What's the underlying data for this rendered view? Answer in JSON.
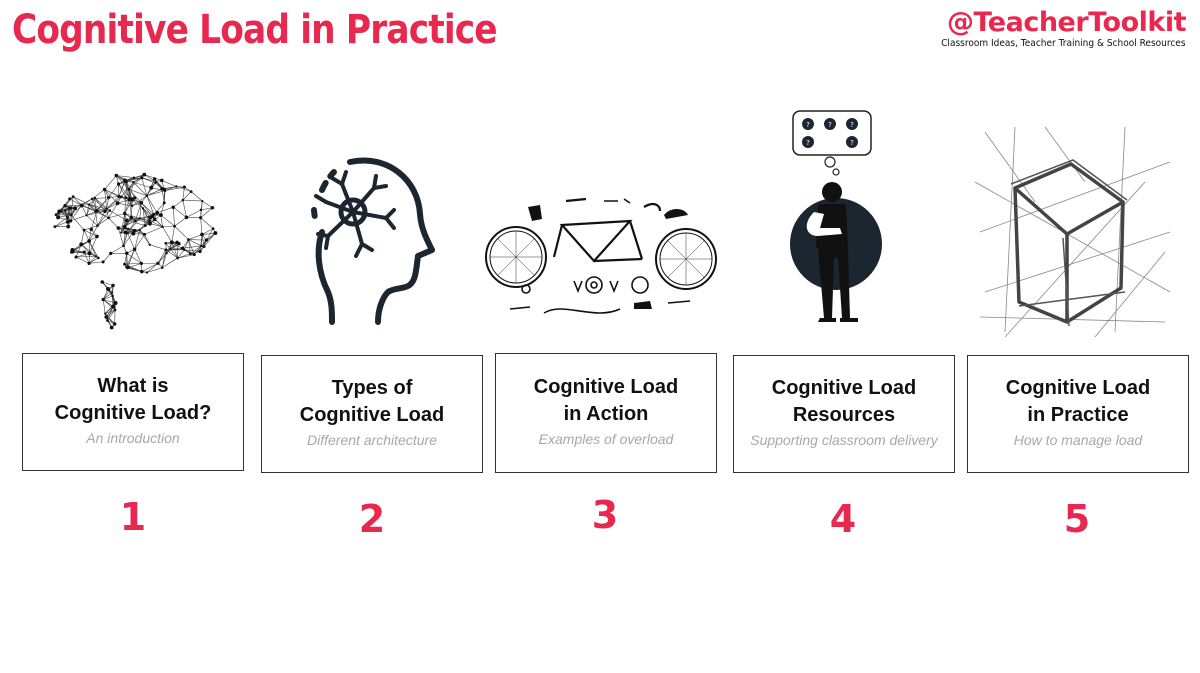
{
  "header": {
    "title": "Cognitive Load in Practice"
  },
  "brand": {
    "handle": "@TeacherToolkit",
    "tagline": "Classroom Ideas, Teacher Training & School Resources"
  },
  "colors": {
    "accent": "#e8294f",
    "ink": "#1c2630",
    "border": "#333333"
  },
  "cards": [
    {
      "title_line1": "What is",
      "title_line2": "Cognitive Load?",
      "subtitle": "An introduction",
      "number": "1",
      "icon": "brain-network-icon"
    },
    {
      "title_line1": "Types of",
      "title_line2": "Cognitive Load",
      "subtitle": "Different architecture",
      "number": "2",
      "icon": "head-neuron-icon"
    },
    {
      "title_line1": "Cognitive Load",
      "title_line2": "in Action",
      "subtitle": "Examples of overload",
      "number": "3",
      "icon": "bicycle-parts-icon"
    },
    {
      "title_line1": "Cognitive Load",
      "title_line2": "Resources",
      "subtitle": "Supporting classroom delivery",
      "number": "4",
      "icon": "thinking-person-icon"
    },
    {
      "title_line1": "Cognitive Load",
      "title_line2": "in Practice",
      "subtitle": "How to manage load",
      "number": "5",
      "icon": "sketched-cube-icon"
    }
  ]
}
